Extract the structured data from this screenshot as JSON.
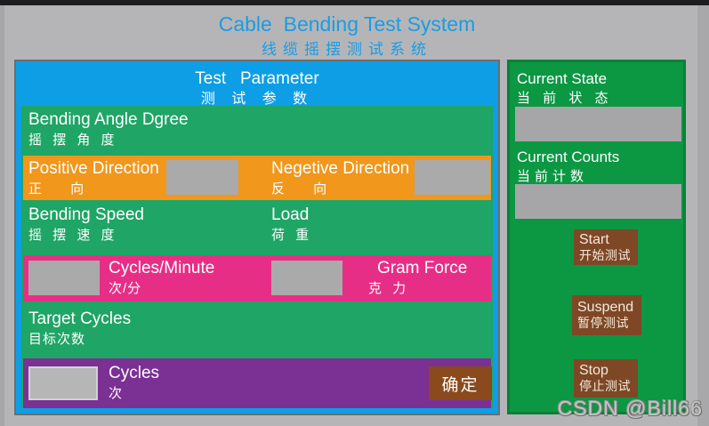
{
  "title": {
    "en": "Cable  Bending Test System",
    "zh": "线缆摇摆测试系统"
  },
  "colors": {
    "accent_blue": "#0d9ee6",
    "title_blue": "#1b9ce4",
    "green_left": "#1fa565",
    "green_right": "#0c9743",
    "orange": "#f0971c",
    "pink": "#e72e87",
    "purple": "#7b3094",
    "brown_button": "#7e4826",
    "confirm_brown": "#8a4a1e",
    "input_gray": "#aaaaaa"
  },
  "left_panel": {
    "header": {
      "en": "Test   Parameter",
      "zh": "测 试 参 数"
    },
    "bending_angle": {
      "en": "Bending Angle Dgree",
      "zh": "摇 摆 角 度"
    },
    "positive": {
      "en": "Positive Direction",
      "zh": "正 向",
      "value": ""
    },
    "negative": {
      "en": "Negetive Direction",
      "zh": "反 向",
      "value": ""
    },
    "bending_speed": {
      "en": "Bending Speed",
      "zh": "摇 摆 速 度"
    },
    "load": {
      "en": "Load",
      "zh": "荷 重"
    },
    "cycles_per_minute": {
      "en": "Cycles/Minute",
      "zh": "次/分",
      "value": ""
    },
    "gram_force": {
      "en": "Gram Force",
      "zh": "克 力",
      "value": ""
    },
    "target_cycles": {
      "en": "Target Cycles",
      "zh": "目标次数"
    },
    "cycles": {
      "en": "Cycles",
      "zh": "次",
      "value": ""
    },
    "confirm_button": "确定"
  },
  "right_panel": {
    "current_state": {
      "en": "Current State",
      "zh": "当 前 状 态",
      "value": ""
    },
    "current_counts": {
      "en": "Current Counts",
      "zh": "当前计数",
      "value": ""
    },
    "buttons": {
      "start": {
        "en": "Start",
        "zh": "开始测试"
      },
      "suspend": {
        "en": "Suspend",
        "zh": "暂停测试"
      },
      "stop": {
        "en": "Stop",
        "zh": "停止测试"
      }
    }
  },
  "watermark": "CSDN @Bill66"
}
